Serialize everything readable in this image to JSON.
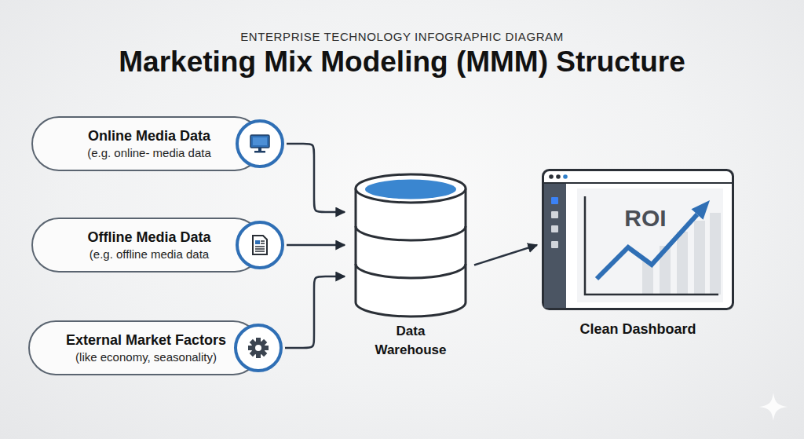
{
  "diagram": {
    "title": "Marketing Mix Modeling (MMM) Structure",
    "nodes": [
      {
        "text": [
          "Online Media Data",
          "(e.g. online- media data"
        ]
      },
      {
        "text": [
          "Offline Media Data",
          "(e.g. offline media data"
        ]
      },
      {
        "text": [
          "External Market Factors",
          "(like economy, seasonality)"
        ]
      },
      {
        "text": [
          "Data Warehouse"
        ]
      },
      {
        "text": [
          "ROI",
          "Clean Dashboard"
        ]
      }
    ],
    "edges": [
      {
        "from": 0,
        "to": 3,
        "arrow": "to"
      },
      {
        "from": 1,
        "to": 3,
        "arrow": "to"
      },
      {
        "from": 2,
        "to": 3,
        "arrow": "to"
      },
      {
        "from": 3,
        "to": 4,
        "arrow": "to"
      }
    ],
    "labels": [
      "ENTERPRISE TECHNOLOGY INFOGRAPHIC DIAGRAM"
    ]
  }
}
